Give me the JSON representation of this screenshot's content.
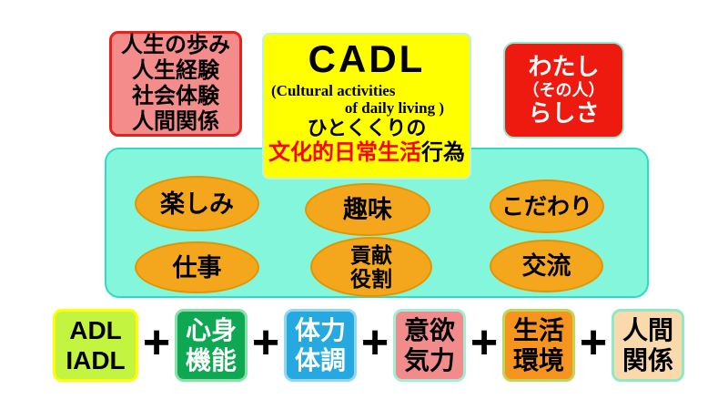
{
  "palette": {
    "background": "#ffffff",
    "life_box_fill": "#f58c8c",
    "life_box_border": "#e3241d",
    "cadl_box_fill": "#ffff00",
    "cadl_highlight_color": "#ff0000",
    "identity_box_fill": "#ee1a10",
    "identity_text_color": "#ffffff",
    "panel_fill": "#83f6db",
    "panel_border": "#2edcc3",
    "ellipse_fill": "#f4a71d",
    "ellipse_border": "#e59400",
    "plus_color": "#000000"
  },
  "top_row": {
    "life_box": {
      "lines": [
        "人生の歩み",
        "人生経験",
        "社会体験",
        "人間関係"
      ]
    },
    "cadl_box": {
      "title": "CADL",
      "subtitle_line1": "(Cultural  activities",
      "subtitle_line2": "of daily living )",
      "phrase_line": "ひとくくりの",
      "highlight_text": "文化的日常生活",
      "suffix_text": "行為"
    },
    "identity_box": {
      "line1": "わたし",
      "line2": "（その人）",
      "line3": "らしさ"
    }
  },
  "activities_panel": {
    "ellipses": [
      {
        "lines": [
          "楽しみ"
        ]
      },
      {
        "lines": [
          "趣味"
        ]
      },
      {
        "lines": [
          "こだわり"
        ]
      },
      {
        "lines": [
          "仕事"
        ]
      },
      {
        "lines": [
          "貢献",
          "役割"
        ]
      },
      {
        "lines": [
          "交流"
        ]
      }
    ]
  },
  "equation_row": {
    "plus_label": "+",
    "terms": [
      {
        "lines": [
          "ADL",
          "IADL"
        ],
        "colors": {
          "bg": "#c3f440",
          "border": "#ffff00",
          "text": "#000000"
        }
      },
      {
        "lines": [
          "心身",
          "機能"
        ],
        "colors": {
          "bg": "#0ea852",
          "border": "#86e0a8",
          "text": "#ffffff"
        }
      },
      {
        "lines": [
          "体力",
          "体調"
        ],
        "colors": {
          "bg": "#25a9e0",
          "border": "#90d8f0",
          "text": "#ffffff"
        }
      },
      {
        "lines": [
          "意欲",
          "気力"
        ],
        "colors": {
          "bg": "#f28b8b",
          "border": "#a2edd5",
          "text": "#000000"
        }
      },
      {
        "lines": [
          "生活",
          "環境"
        ],
        "colors": {
          "bg": "#f7941e",
          "border": "#bcd75a",
          "text": "#000000"
        }
      },
      {
        "lines": [
          "人間",
          "関係"
        ],
        "colors": {
          "bg": "#fad9ad",
          "border": "#8fe9c4",
          "text": "#000000"
        }
      }
    ]
  }
}
